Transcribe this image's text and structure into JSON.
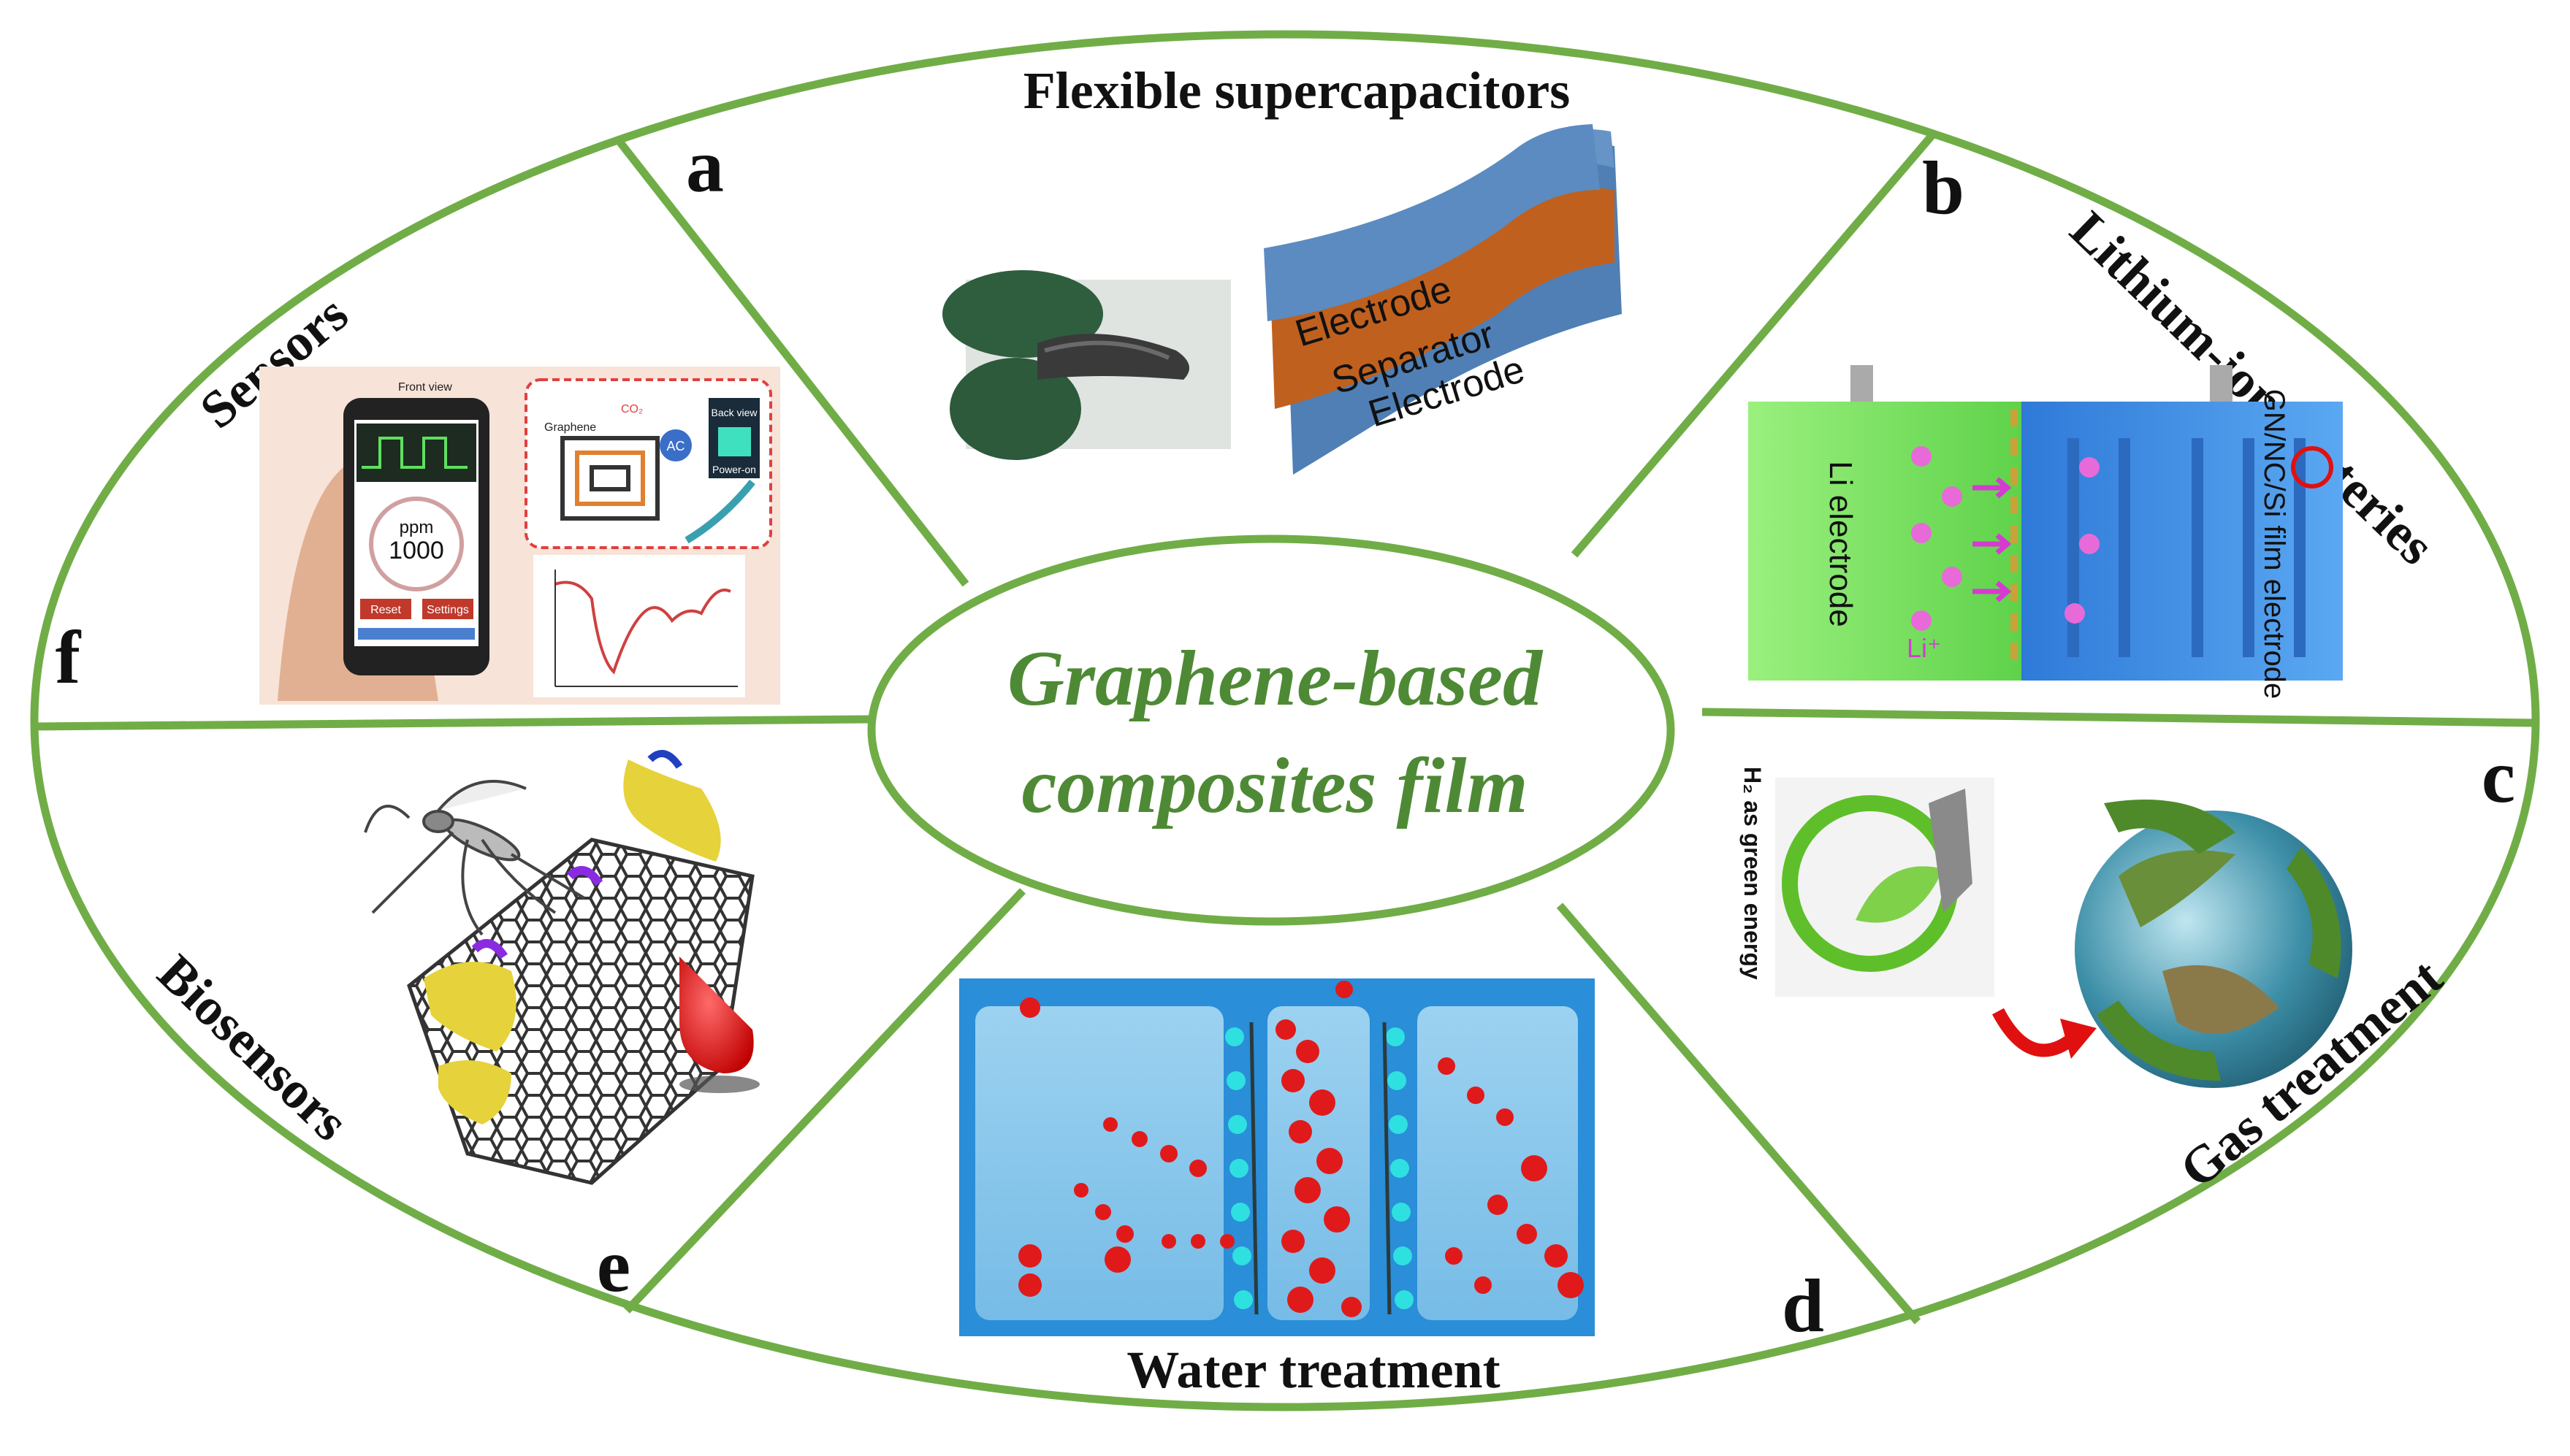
{
  "center": {
    "line1": "Graphene-based",
    "line2": "composites film"
  },
  "sections": {
    "a": {
      "letter": "a",
      "title": "Flexible supercapacitors",
      "layers": [
        "Electrode",
        "Separator",
        "Electrode"
      ]
    },
    "b": {
      "letter": "b",
      "title": "Lithium-ion batteries",
      "left_label": "Li electrode",
      "right_label": "GN/NC/Si film electrode",
      "ion": "Li⁺"
    },
    "c": {
      "letter": "c",
      "title": "Gas treatment",
      "side_label": "H₂ as green energy"
    },
    "d": {
      "letter": "d",
      "title": "Water treatment"
    },
    "e": {
      "letter": "e",
      "title": "Biosensors"
    },
    "f": {
      "letter": "f",
      "title": "Sensors",
      "phone": {
        "unit": "ppm",
        "value": "1000",
        "btn1": "Reset",
        "btn2": "Settings",
        "front": "Front view"
      },
      "device": {
        "label1": "Graphene",
        "label2": "AC",
        "back": "Back view",
        "power": "Power-on",
        "gas": "CO₂"
      }
    }
  },
  "colors": {
    "accent_green": "#70ad47",
    "center_text": "#4e8a35",
    "separator": "#c0601e",
    "electrode": "#4f7fb5",
    "battery_green": "#7ee36a",
    "battery_blue": "#3f8ee6",
    "drop_red": "#e01010"
  }
}
